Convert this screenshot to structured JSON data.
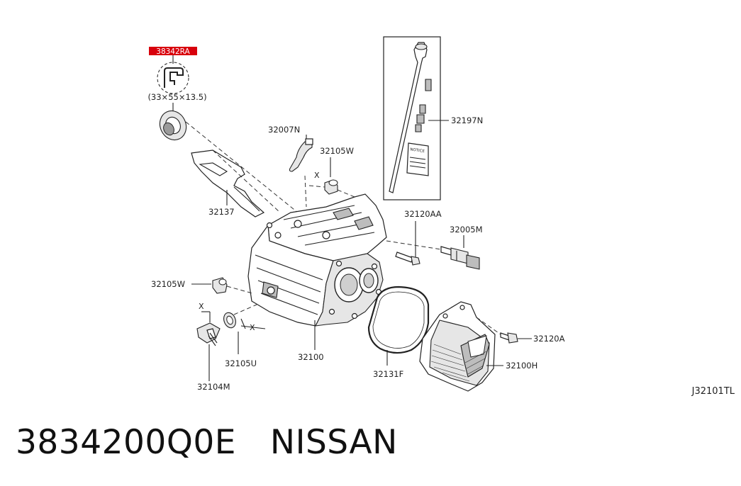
{
  "diagram": {
    "highlight_part": "38342RA",
    "seal_size": "(33×55×13.5)",
    "labels": {
      "p32007N": "32007N",
      "p32105W_top": "32105W",
      "p32197N": "32197N",
      "p32137": "32137",
      "p32120AA": "32120AA",
      "p32005M": "32005M",
      "p32105W_left": "32105W",
      "p32105U": "32105U",
      "p32104M": "32104M",
      "p32100": "32100",
      "p32131F": "32131F",
      "p32100H": "32100H",
      "p32120A": "32120A",
      "x_top": "X",
      "x_left": "X",
      "x_right": "X"
    },
    "drawing_code": "J32101TL",
    "icons": [
      "oil-seal-icon",
      "transmission-case-icon",
      "dipstick-icon",
      "gasket-icon",
      "cover-icon",
      "bolt-icon",
      "sensor-icon",
      "bracket-icon",
      "breather-hose-icon",
      "drain-plug-icon",
      "washer-icon",
      "bushing-icon"
    ]
  },
  "footer": {
    "part_number": "3834200Q0E",
    "brand": "NISSAN"
  }
}
